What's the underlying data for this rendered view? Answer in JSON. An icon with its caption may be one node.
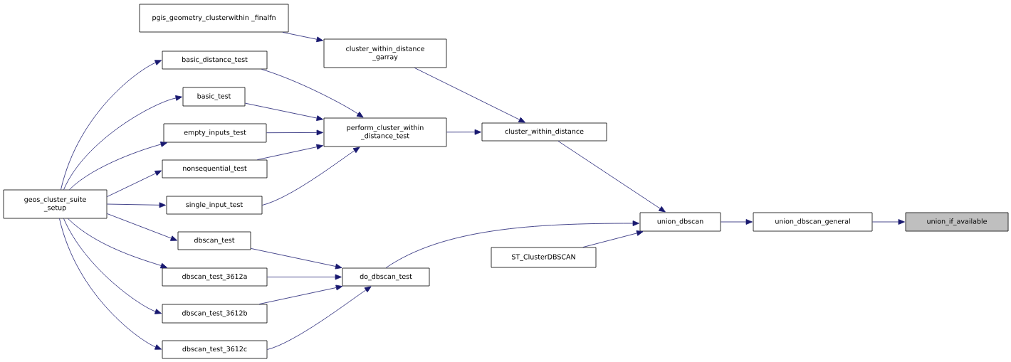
{
  "diagram": {
    "nodes": [
      {
        "text": [
          "pgis_geometry_clusterwithin _finalfn"
        ]
      },
      {
        "text": [
          "basic_distance_test"
        ]
      },
      {
        "text": [
          "basic_test"
        ]
      },
      {
        "text": [
          "empty_inputs_test"
        ]
      },
      {
        "text": [
          "nonsequential_test"
        ]
      },
      {
        "text": [
          "single_input_test"
        ]
      },
      {
        "text": [
          "geos_cluster_suite _setup"
        ]
      },
      {
        "text": [
          "dbscan_test"
        ]
      },
      {
        "text": [
          "dbscan_test_3612a"
        ]
      },
      {
        "text": [
          "dbscan_test_3612b"
        ]
      },
      {
        "text": [
          "dbscan_test_3612c"
        ]
      },
      {
        "text": [
          "cluster_within_distance _garray"
        ]
      },
      {
        "text": [
          "perform_cluster_within _distance_test"
        ]
      },
      {
        "text": [
          "do_dbscan_test"
        ]
      },
      {
        "text": [
          "cluster_within_distance"
        ]
      },
      {
        "text": [
          "ST_ClusterDBSCAN"
        ]
      },
      {
        "text": [
          "union_dbscan"
        ]
      },
      {
        "text": [
          "union_dbscan_general"
        ]
      },
      {
        "text": [
          "union_if_available"
        ]
      }
    ],
    "edges": [
      {
        "from": 6,
        "to": 1,
        "arrow": "to"
      },
      {
        "from": 6,
        "to": 2,
        "arrow": "to"
      },
      {
        "from": 6,
        "to": 3,
        "arrow": "to"
      },
      {
        "from": 6,
        "to": 4,
        "arrow": "to"
      },
      {
        "from": 6,
        "to": 5,
        "arrow": "to"
      },
      {
        "from": 6,
        "to": 7,
        "arrow": "to"
      },
      {
        "from": 6,
        "to": 8,
        "arrow": "to"
      },
      {
        "from": 6,
        "to": 9,
        "arrow": "to"
      },
      {
        "from": 6,
        "to": 10,
        "arrow": "to"
      },
      {
        "from": 0,
        "to": 11,
        "arrow": "to"
      },
      {
        "from": 1,
        "to": 12,
        "arrow": "to"
      },
      {
        "from": 2,
        "to": 12,
        "arrow": "to"
      },
      {
        "from": 3,
        "to": 12,
        "arrow": "to"
      },
      {
        "from": 4,
        "to": 12,
        "arrow": "to"
      },
      {
        "from": 5,
        "to": 12,
        "arrow": "to"
      },
      {
        "from": 7,
        "to": 13,
        "arrow": "to"
      },
      {
        "from": 8,
        "to": 13,
        "arrow": "to"
      },
      {
        "from": 9,
        "to": 13,
        "arrow": "to"
      },
      {
        "from": 10,
        "to": 13,
        "arrow": "to"
      },
      {
        "from": 11,
        "to": 14,
        "arrow": "to"
      },
      {
        "from": 12,
        "to": 14,
        "arrow": "to"
      },
      {
        "from": 14,
        "to": 16,
        "arrow": "to"
      },
      {
        "from": 13,
        "to": 16,
        "arrow": "to"
      },
      {
        "from": 15,
        "to": 16,
        "arrow": "to"
      },
      {
        "from": 16,
        "to": 17,
        "arrow": "to"
      },
      {
        "from": 17,
        "to": 18,
        "arrow": "to"
      }
    ]
  }
}
